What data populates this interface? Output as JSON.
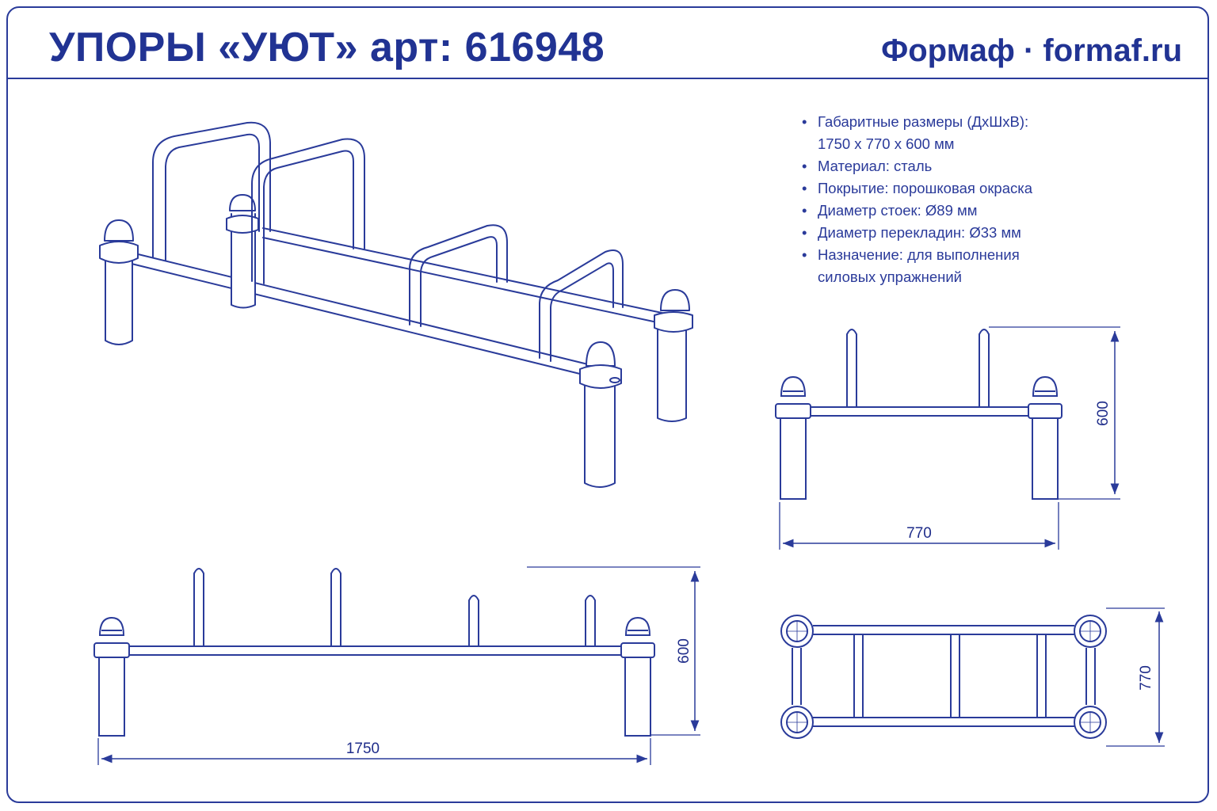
{
  "header": {
    "title": "УПОРЫ «УЮТ» арт: 616948",
    "brand": "Формаф · formaf.ru"
  },
  "specs": {
    "dimensions_label": "Габаритные размеры (ДхШхВ):",
    "dimensions_value": "1750 х 770 х 600 мм",
    "material": "Материал: сталь",
    "coating": "Покрытие: порошковая окраска",
    "post_diameter": "Диаметр стоек: Ø89 мм",
    "bar_diameter": "Диаметр перекладин: Ø33 мм",
    "purpose_line1": "Назначение: для выполнения",
    "purpose_line2": "силовых упражнений"
  },
  "dimensions": {
    "side_height": "600",
    "side_width": "770",
    "front_height": "600",
    "front_length": "1750",
    "top_width": "770"
  },
  "colors": {
    "line": "#2a3b9a",
    "text": "#213393"
  }
}
